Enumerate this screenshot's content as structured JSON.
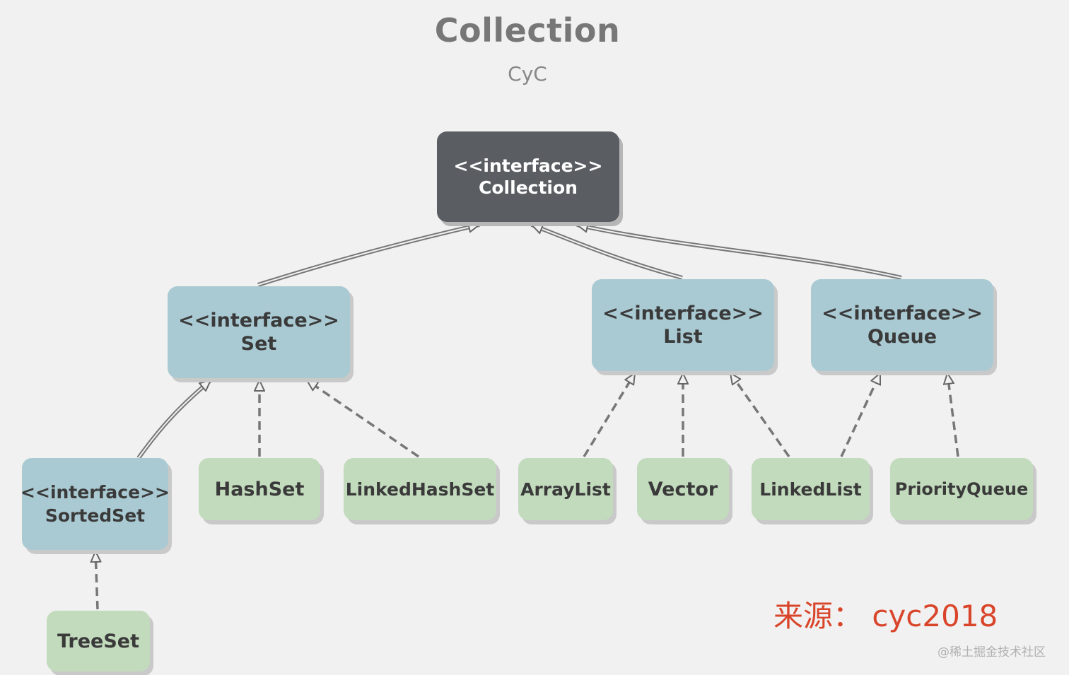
{
  "title": "Collection",
  "subtitle": "CyC",
  "stereotype": "<<interface>>",
  "nodes": {
    "collection": "Collection",
    "set": "Set",
    "list": "List",
    "queue": "Queue",
    "sortedset": "SortedSet",
    "hashset": "HashSet",
    "linkedhashset": "LinkedHashSet",
    "arraylist": "ArrayList",
    "vector": "Vector",
    "linkedlist": "LinkedList",
    "priorityqueue": "PriorityQueue",
    "treeset": "TreeSet"
  },
  "relations": [
    {
      "from": "Set",
      "to": "Collection",
      "kind": "extends"
    },
    {
      "from": "List",
      "to": "Collection",
      "kind": "extends"
    },
    {
      "from": "Queue",
      "to": "Collection",
      "kind": "extends"
    },
    {
      "from": "SortedSet",
      "to": "Set",
      "kind": "extends"
    },
    {
      "from": "HashSet",
      "to": "Set",
      "kind": "implements"
    },
    {
      "from": "LinkedHashSet",
      "to": "Set",
      "kind": "implements"
    },
    {
      "from": "ArrayList",
      "to": "List",
      "kind": "implements"
    },
    {
      "from": "Vector",
      "to": "List",
      "kind": "implements"
    },
    {
      "from": "LinkedList",
      "to": "List",
      "kind": "implements"
    },
    {
      "from": "LinkedList",
      "to": "Queue",
      "kind": "implements"
    },
    {
      "from": "PriorityQueue",
      "to": "Queue",
      "kind": "implements"
    },
    {
      "from": "TreeSet",
      "to": "SortedSet",
      "kind": "implements"
    }
  ],
  "credit": "来源： cyc2018",
  "watermark": "@稀土掘金技术社区",
  "colors": {
    "interface_fill": "#aacad3",
    "class_fill": "#c2dbbd",
    "root_fill": "#5a5e62",
    "credit_text": "#d9452a"
  }
}
